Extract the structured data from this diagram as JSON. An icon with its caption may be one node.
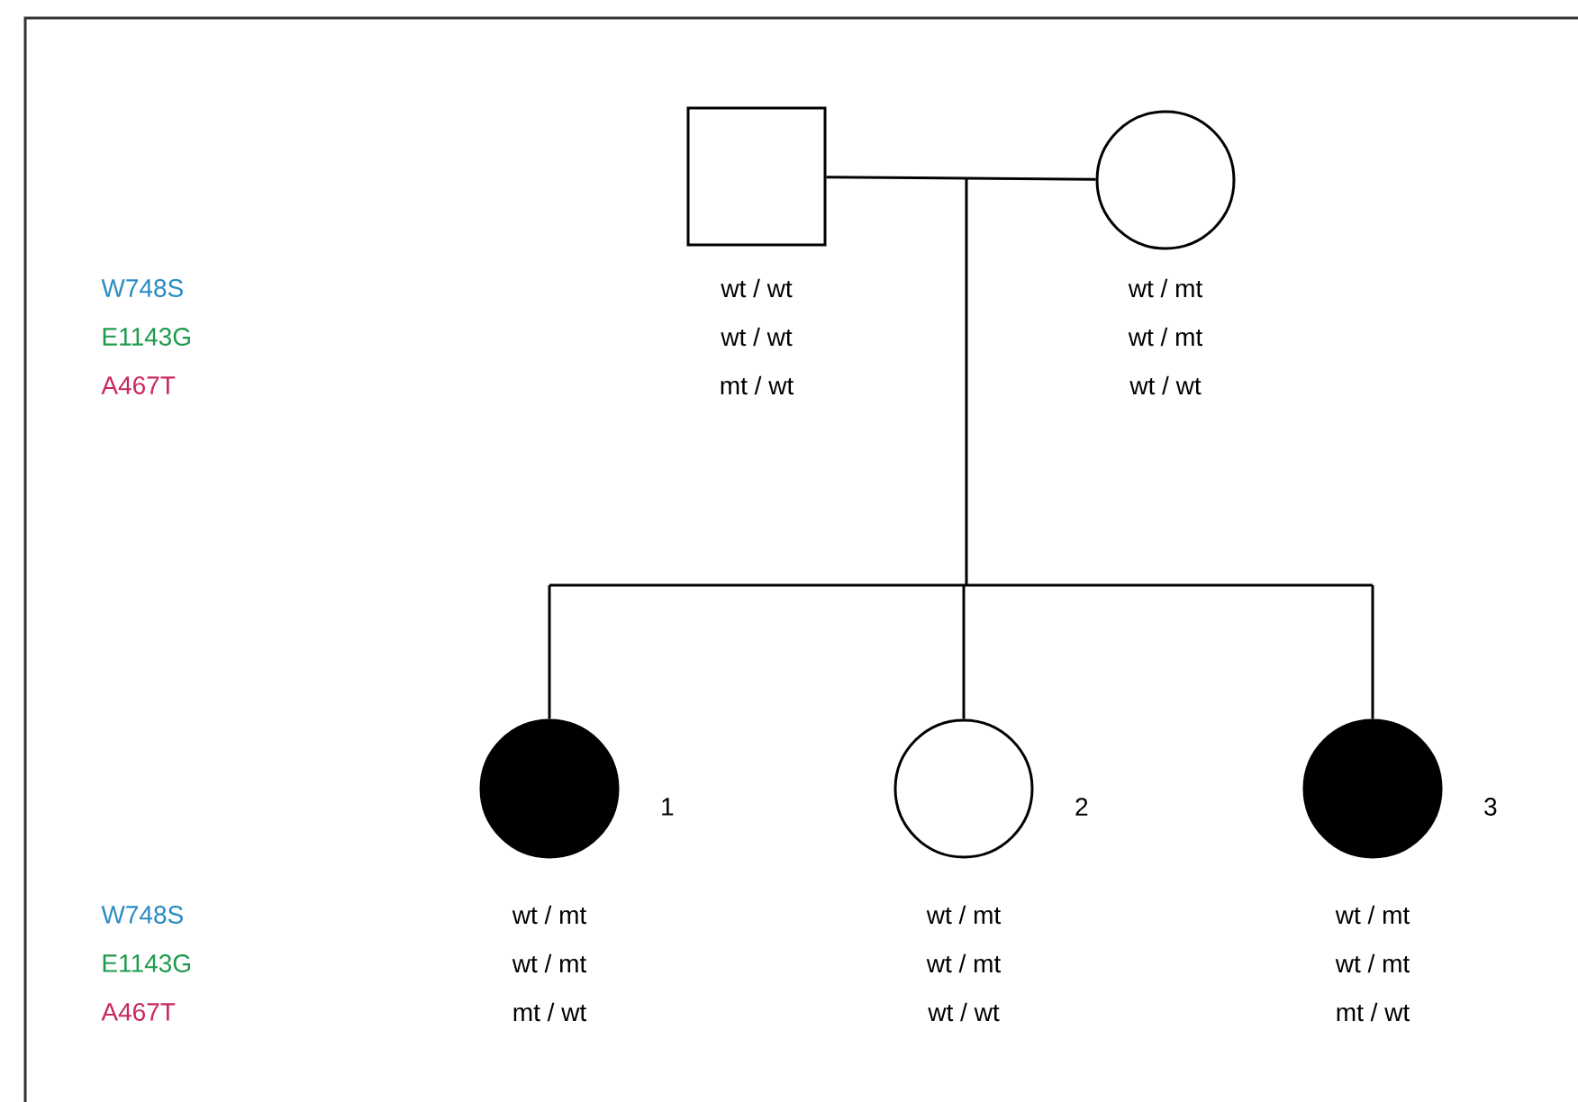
{
  "diagram": {
    "nodes": [
      {
        "text": [],
        "shape": "box",
        "beside": [
          "wt / wt",
          "wt / wt",
          "mt / wt"
        ]
      },
      {
        "text": [],
        "shape": "circle",
        "beside": [
          "wt / mt",
          "wt / mt",
          "wt / wt"
        ]
      },
      {
        "text": [],
        "shape": "disc",
        "beside": [
          "1",
          "wt / mt",
          "wt / mt",
          "mt / wt"
        ]
      },
      {
        "text": [],
        "shape": "circle",
        "beside": [
          "2",
          "wt / mt",
          "wt / mt",
          "wt / wt"
        ]
      },
      {
        "text": [],
        "shape": "disc",
        "beside": [
          "3",
          "wt / mt",
          "wt / mt",
          "mt / wt"
        ]
      }
    ],
    "edges": [
      {
        "from": 0,
        "to": 1,
        "arrow": "none"
      },
      {
        "from": 0,
        "to": 2,
        "arrow": "none"
      },
      {
        "from": 0,
        "to": 3,
        "arrow": "none"
      },
      {
        "from": 0,
        "to": 4,
        "arrow": "none"
      },
      {
        "from": 1,
        "to": 2,
        "arrow": "none"
      },
      {
        "from": 1,
        "to": 3,
        "arrow": "none"
      },
      {
        "from": 1,
        "to": 4,
        "arrow": "none"
      }
    ],
    "labels": [
      "W748S",
      "E1143G",
      "A467T",
      "W748S",
      "E1143G",
      "A467T"
    ]
  }
}
